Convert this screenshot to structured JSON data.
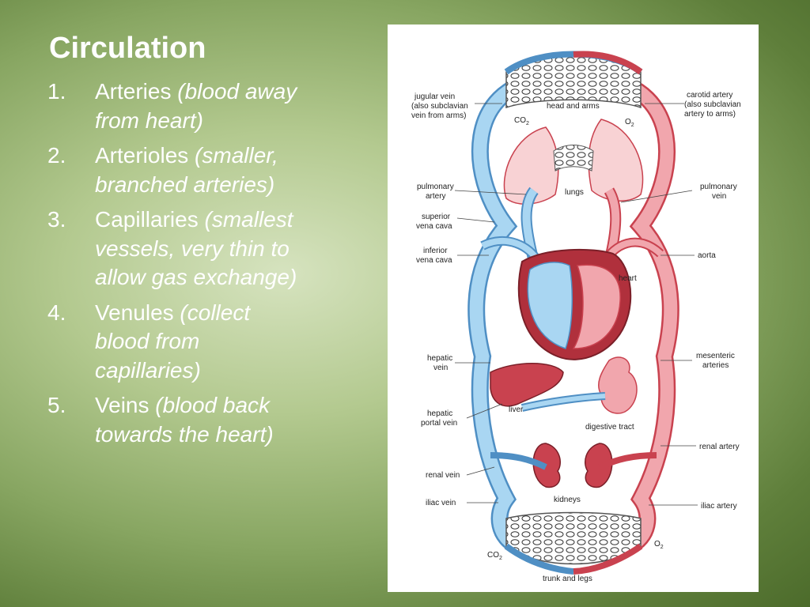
{
  "title": "Circulation",
  "items": [
    {
      "num": "1.",
      "term": "Arteries",
      "desc": "(blood away from heart)"
    },
    {
      "num": "2.",
      "term": "Arterioles",
      "desc": "(smaller, branched arteries)"
    },
    {
      "num": "3.",
      "term": "Capillaries",
      "desc": "(smallest vessels, very thin to allow gas exchange)"
    },
    {
      "num": "4.",
      "term": "Venules",
      "desc": "(collect blood from capillaries)"
    },
    {
      "num": "5.",
      "term": "Veins",
      "desc": "(blood back towards the heart)"
    }
  ],
  "diagram": {
    "labels": {
      "jugular1": "jugular vein",
      "jugular2": "(also subclavian",
      "jugular3": "vein from arms)",
      "carotid1": "carotid artery",
      "carotid2": "(also subclavian",
      "carotid3": "artery to arms)",
      "head_arms": "head and arms",
      "co2_top": "CO",
      "o2_top": "O",
      "pulm_artery1": "pulmonary",
      "pulm_artery2": "artery",
      "pulm_vein1": "pulmonary",
      "pulm_vein2": "vein",
      "lungs": "lungs",
      "svc1": "superior",
      "svc2": "vena cava",
      "ivc1": "inferior",
      "ivc2": "vena cava",
      "aorta": "aorta",
      "heart": "heart",
      "hepatic_vein1": "hepatic",
      "hepatic_vein2": "vein",
      "mesenteric1": "mesenteric",
      "mesenteric2": "arteries",
      "liver": "liver",
      "digestive": "digestive tract",
      "hepatic_portal1": "hepatic",
      "hepatic_portal2": "portal vein",
      "renal_artery": "renal artery",
      "renal_vein": "renal vein",
      "kidneys": "kidneys",
      "iliac_vein": "iliac vein",
      "iliac_artery": "iliac artery",
      "co2_bottom": "CO",
      "o2_bottom": "O",
      "sub2": "2",
      "trunk_legs": "trunk and legs"
    },
    "colors": {
      "vein": "#a9d6f2",
      "vein_stroke": "#4f8fc4",
      "artery": "#f1a6ad",
      "artery_stroke": "#c9424f",
      "heart_dark": "#b0303c"
    }
  }
}
